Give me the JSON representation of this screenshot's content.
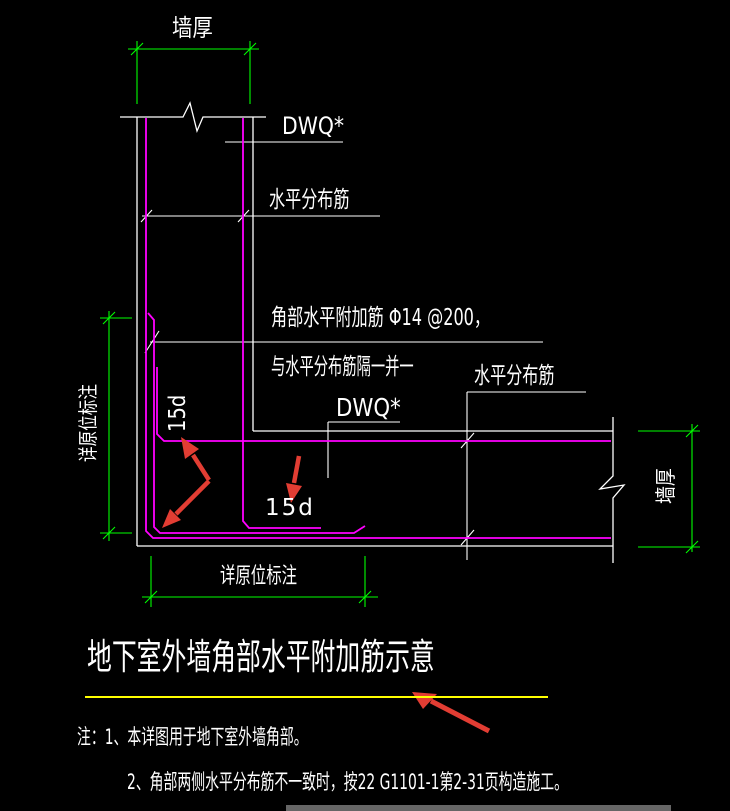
{
  "drawing": {
    "title": "地下室外墙角部水平附加筋示意",
    "labels": {
      "wall_thickness_top": "墙厚",
      "dwq_upper": "DWQ*",
      "horizontal_rebar_upper": "水平分布筋",
      "corner_additional_rebar_line1": "角部水平附加筋 Φ14 @200，",
      "corner_additional_rebar_line2": "与水平分布筋隔一并一",
      "horizontal_rebar_right": "水平分布筋",
      "dwq_lower": "DWQ*",
      "anchor_length_vertical_leg": "15d",
      "anchor_length_horizontal_leg": "15d",
      "dim_left_vertical": "详原位标注",
      "dim_bottom": "详原位标注",
      "wall_thickness_right": "墙厚"
    },
    "notes": [
      "注：1、本详图用于地下室外墙角部。",
      "2、角部两侧水平分布筋不一致时，按22 G1101-1第2-31页构造施工。"
    ]
  },
  "colors": {
    "background": "#000000",
    "line": "#ffffff",
    "rebar": "#ff00ff",
    "dimension": "#00ff00",
    "accent": "#ffff00",
    "arrow": "#e23d33",
    "scrollbar": "#666666"
  }
}
